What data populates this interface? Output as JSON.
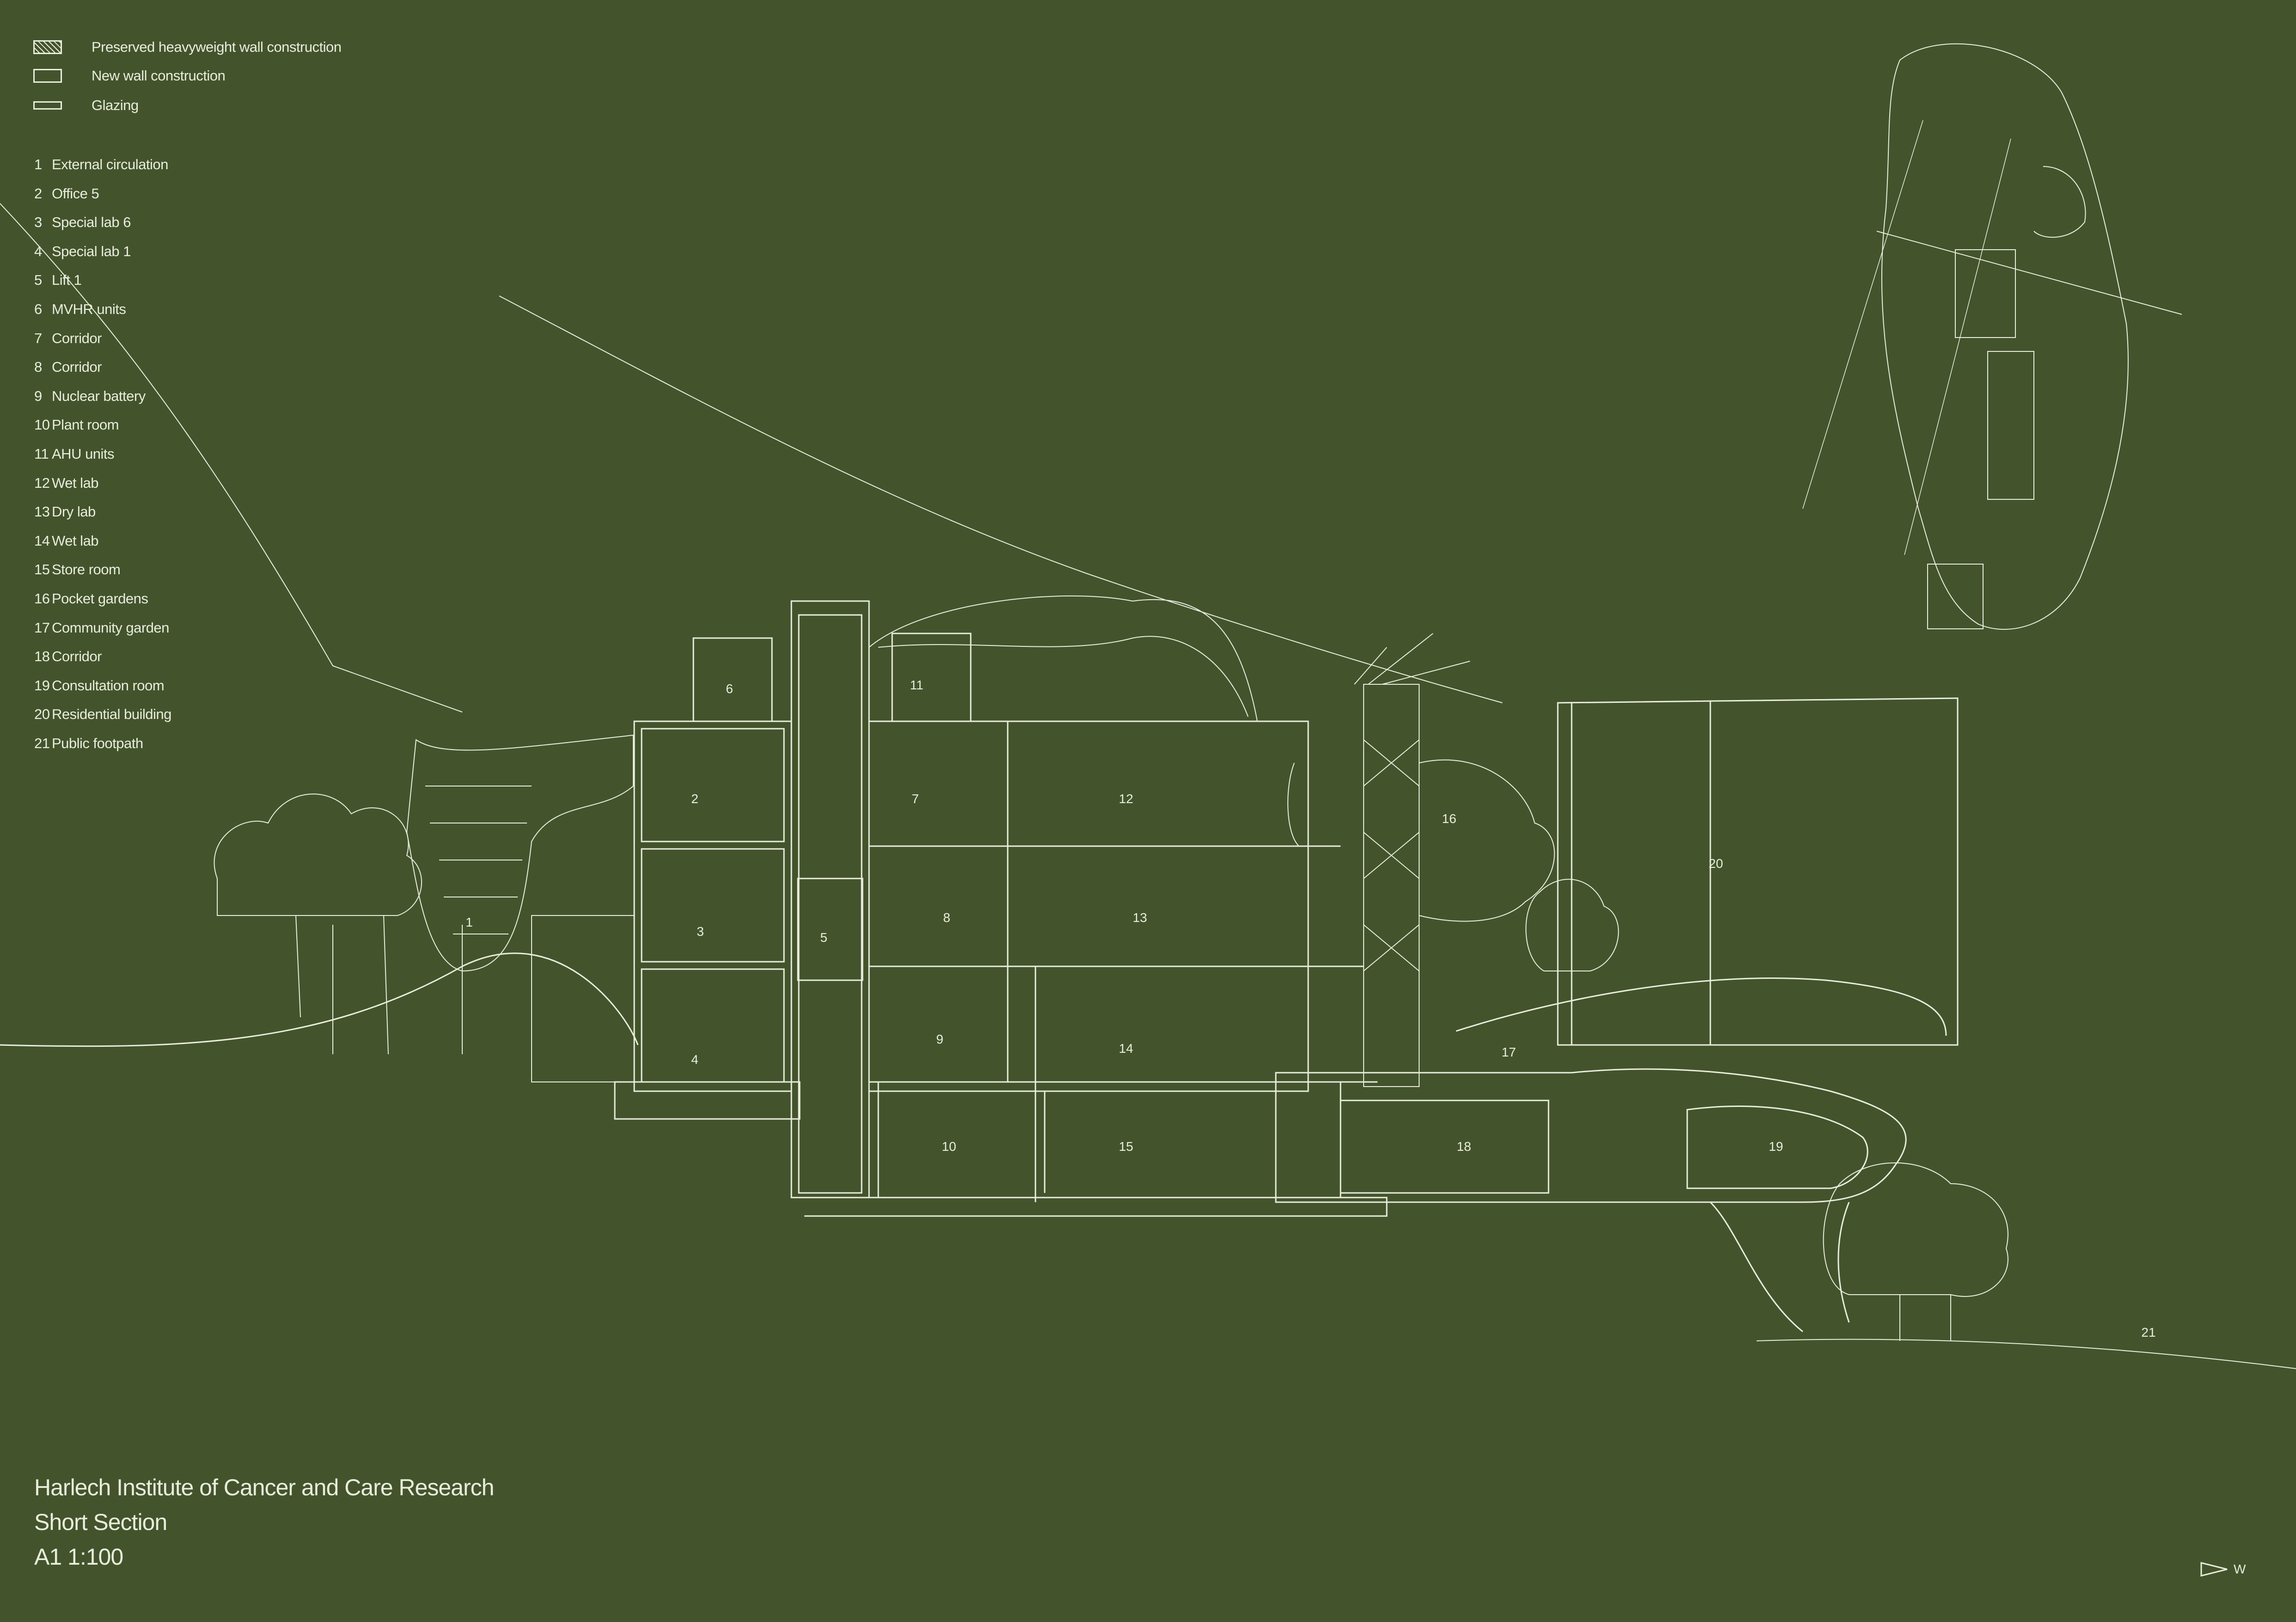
{
  "legend": {
    "keys": [
      {
        "swatch": "hatch",
        "label": "Preserved heavyweight wall construction"
      },
      {
        "swatch": "box",
        "label": "New wall construction"
      },
      {
        "swatch": "glaze",
        "label": "Glazing"
      }
    ]
  },
  "rooms": [
    {
      "num": "1",
      "name": "External circulation"
    },
    {
      "num": "2",
      "name": "Office 5"
    },
    {
      "num": "3",
      "name": "Special lab 6"
    },
    {
      "num": "4",
      "name": "Special lab 1"
    },
    {
      "num": "5",
      "name": "Lift 1"
    },
    {
      "num": "6",
      "name": "MVHR units"
    },
    {
      "num": "7",
      "name": "Corridor"
    },
    {
      "num": "8",
      "name": "Corridor"
    },
    {
      "num": "9",
      "name": "Nuclear battery"
    },
    {
      "num": "10",
      "name": "Plant room"
    },
    {
      "num": "11",
      "name": "AHU units"
    },
    {
      "num": "12",
      "name": "Wet lab"
    },
    {
      "num": "13",
      "name": "Dry lab"
    },
    {
      "num": "14",
      "name": "Wet lab"
    },
    {
      "num": "15",
      "name": "Store room"
    },
    {
      "num": "16",
      "name": "Pocket gardens"
    },
    {
      "num": "17",
      "name": "Community garden"
    },
    {
      "num": "18",
      "name": "Corridor"
    },
    {
      "num": "19",
      "name": "Consultation room"
    },
    {
      "num": "20",
      "name": "Residential building"
    },
    {
      "num": "21",
      "name": "Public footpath"
    }
  ],
  "title": {
    "line1": "Harlech Institute of Cancer and Care Research",
    "line2": "Short Section",
    "line3": "A1 1:100"
  },
  "north": {
    "label": "W"
  },
  "colors": {
    "background": "#43542d",
    "linework": "#e9eddc"
  }
}
